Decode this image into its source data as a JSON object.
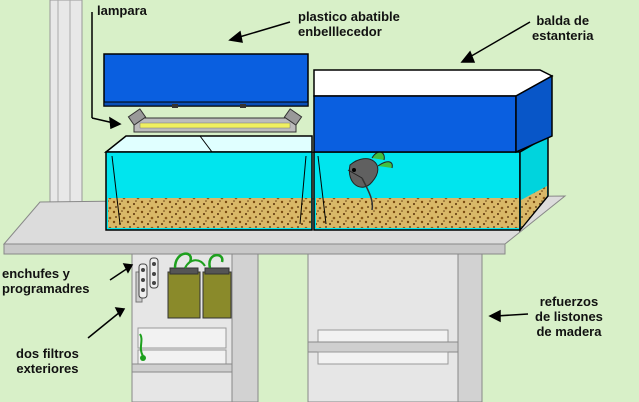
{
  "labels": {
    "lampara": "lampara",
    "plastico_line1": "plastico abatible",
    "plastico_line2": "enbelllecedor",
    "balda_line1": "balda de",
    "balda_line2": "estanteria",
    "enchufes_line1": "enchufes y",
    "enchufes_line2": "programadres",
    "filtros_line1": "dos filtros",
    "filtros_line2": "exteriores",
    "refuerzos_line1": "refuerzos",
    "refuerzos_line2": "de listones",
    "refuerzos_line3": "de madera"
  },
  "colors": {
    "background": "#d8f0c8",
    "water": "#00e5ee",
    "shelf": "#d9d9d9",
    "cover_blue": "#0a5fe0",
    "gravel": "#d9b868",
    "filter": "#8a8a2a"
  }
}
